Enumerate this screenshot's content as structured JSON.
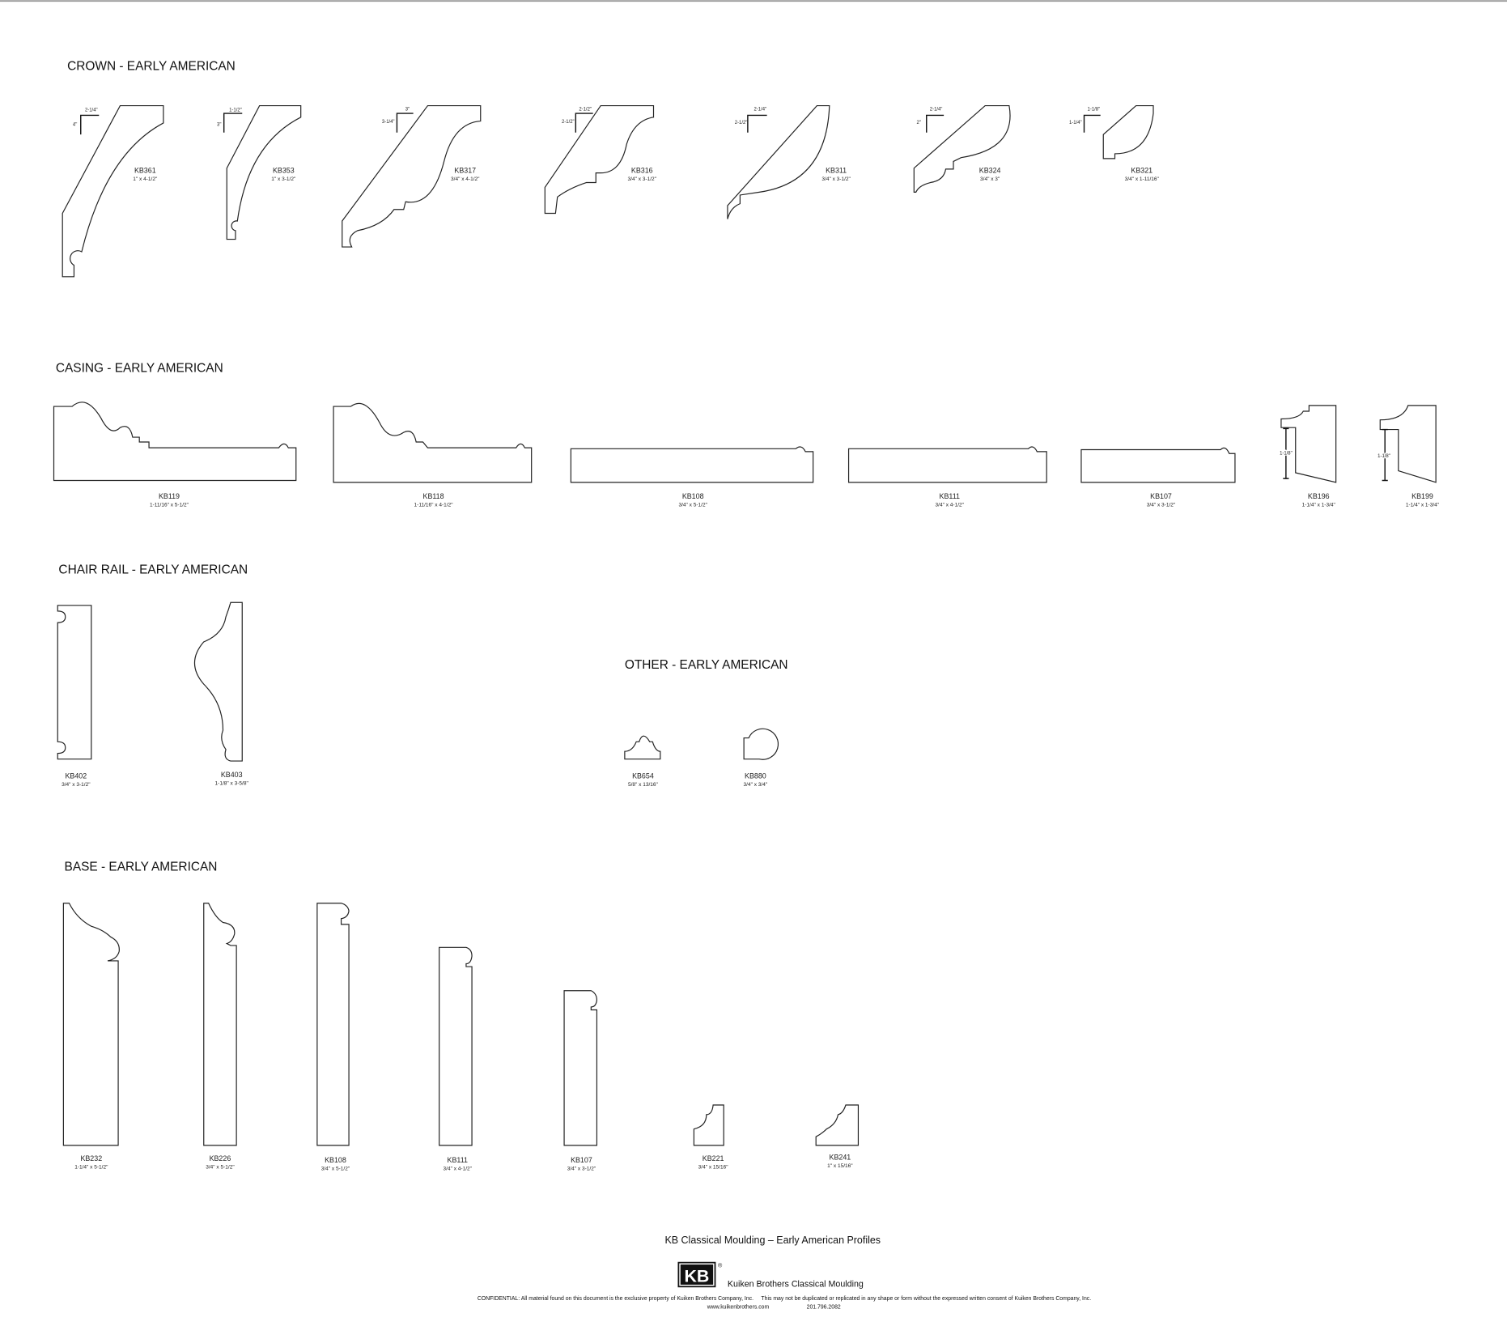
{
  "sections": {
    "crown": {
      "title": "CROWN - EARLY AMERICAN",
      "items": [
        {
          "code": "KB361",
          "size": "1\" x 4-1/2\"",
          "dim_h": "2-1/4\"",
          "dim_v": "4\""
        },
        {
          "code": "KB353",
          "size": "1\" x 3-1/2\"",
          "dim_h": "1-1/2\"",
          "dim_v": "3\""
        },
        {
          "code": "KB317",
          "size": "3/4\" x 4-1/2\"",
          "dim_h": "3\"",
          "dim_v": "3-1/4\""
        },
        {
          "code": "KB316",
          "size": "3/4\" x 3-1/2\"",
          "dim_h": "2-1/2\"",
          "dim_v": "2-1/2\""
        },
        {
          "code": "KB311",
          "size": "3/4\" x 3-1/2\"",
          "dim_h": "2-1/4\"",
          "dim_v": "2-1/2\""
        },
        {
          "code": "KB324",
          "size": "3/4\" x 3\"",
          "dim_h": "2-1/4\"",
          "dim_v": "2\""
        },
        {
          "code": "KB321",
          "size": "3/4\" x 1-11/16\"",
          "dim_h": "1-1/8\"",
          "dim_v": "1-1/4\""
        }
      ]
    },
    "casing": {
      "title": "CASING - EARLY AMERICAN",
      "items": [
        {
          "code": "KB119",
          "size": "1-11/16\" x 5-1/2\""
        },
        {
          "code": "KB118",
          "size": "1-11/16\" x 4-1/2\""
        },
        {
          "code": "KB108",
          "size": "3/4\" x 5-1/2\""
        },
        {
          "code": "KB111",
          "size": "3/4\" x 4-1/2\""
        },
        {
          "code": "KB107",
          "size": "3/4\" x 3-1/2\""
        },
        {
          "code": "KB196",
          "size": "1-1/4\" x 1-3/4\"",
          "dim_v": "1-1/8\""
        },
        {
          "code": "KB199",
          "size": "1-1/4\" x 1-3/4\"",
          "dim_v": "1-1/8\""
        }
      ]
    },
    "chair_rail": {
      "title": "CHAIR RAIL - EARLY AMERICAN",
      "items": [
        {
          "code": "KB402",
          "size": "3/4\" x 3-1/2\""
        },
        {
          "code": "KB403",
          "size": "1-1/8\" x 3-5/8\""
        }
      ]
    },
    "other": {
      "title": "OTHER - EARLY AMERICAN",
      "items": [
        {
          "code": "KB654",
          "size": "5/8\" x 13/16\""
        },
        {
          "code": "KB880",
          "size": "3/4\" x 3/4\""
        }
      ]
    },
    "base": {
      "title": "BASE - EARLY AMERICAN",
      "items": [
        {
          "code": "KB232",
          "size": "1-1/4\" x 5-1/2\""
        },
        {
          "code": "KB226",
          "size": "3/4\" x 5-1/2\""
        },
        {
          "code": "KB108",
          "size": "3/4\" x 5-1/2\""
        },
        {
          "code": "KB111",
          "size": "3/4\" x 4-1/2\""
        },
        {
          "code": "KB107",
          "size": "3/4\" x 3-1/2\""
        },
        {
          "code": "KB221",
          "size": "3/4\" x 15/16\""
        },
        {
          "code": "KB241",
          "size": "1\" x 15/16\""
        }
      ]
    }
  },
  "footer": {
    "title": "KB Classical Moulding – Early American Profiles",
    "logo_text": "KB",
    "registered": "®",
    "company": "Kuiken Brothers Classical Moulding",
    "confidential": "CONFIDENTIAL: All material found on this document is the exclusive property of Kuiken Brothers Company, Inc.     This may not be duplicated or replicated in any shape or form without the expressed written consent of Kuiken Brothers Company, Inc.",
    "website": "www.kuikenbrothers.com",
    "phone": "201.796.2082"
  }
}
